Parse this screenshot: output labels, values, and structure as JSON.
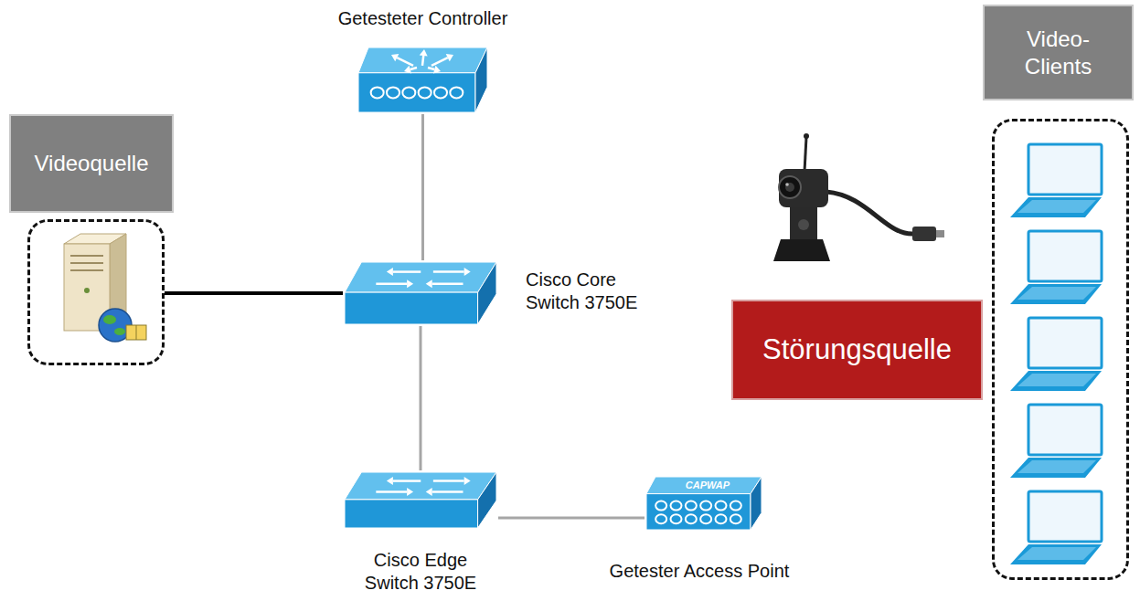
{
  "diagram": {
    "nodes": [
      {
        "text": [
          "Getesteter Controller"
        ]
      },
      {
        "text": [
          "Video- Clients"
        ]
      },
      {
        "text": [
          "Videoquelle"
        ]
      },
      {
        "text": [
          "Cisco Core Switch 3750E"
        ]
      },
      {
        "text": [
          "Störungsquelle"
        ]
      },
      {
        "text": [
          "Cisco Edge Switch 3750E"
        ]
      },
      {
        "text": [
          "CAPWAP",
          "Getester Access Point"
        ]
      }
    ],
    "edges": [
      {
        "from": 0,
        "to": 3,
        "arrow": "none"
      },
      {
        "from": 2,
        "to": 3,
        "arrow": "none"
      },
      {
        "from": 3,
        "to": 5,
        "arrow": "none"
      },
      {
        "from": 5,
        "to": 6,
        "arrow": "none"
      }
    ]
  }
}
